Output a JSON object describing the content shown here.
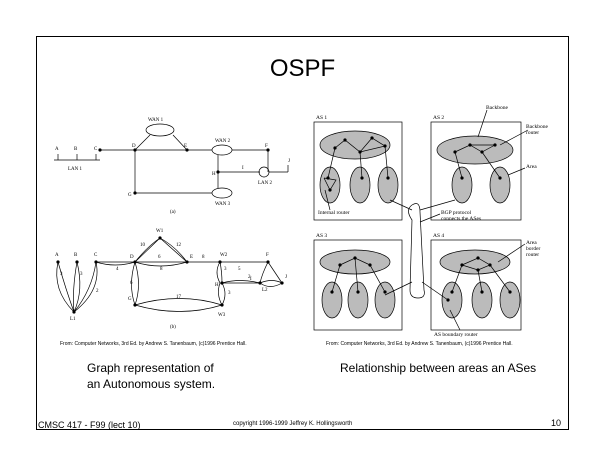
{
  "slide": {
    "title": "OSPF",
    "left_caption": [
      "Graph representation of",
      "an Autonomous system."
    ],
    "right_caption": "Relationship between areas an ASes",
    "left_credit": "From: Computer Networks, 3rd Ed. by Andrew S. Tanenbaum, (c)1996 Prentice Hall.",
    "right_credit": "From: Computer Networks, 3rd Ed. by Andrew S. Tanenbaum, (c)1996 Prentice Hall.",
    "footer_left": "CMSC 417 - F99  (lect 10)",
    "footer_center": "copyright 1996-1999 Jeffrey K. Hollingsworth",
    "footer_right": "10"
  },
  "left_diagram": {
    "panel_a": {
      "nodes": [
        "A",
        "B",
        "C",
        "D",
        "E",
        "F",
        "G",
        "H",
        "I",
        "J"
      ],
      "wan1": "WAN 1",
      "wan2": "WAN 2",
      "wan3": "WAN 3",
      "lan1": "LAN 1",
      "lan2": "LAN 2",
      "caption": "(a)"
    },
    "panel_b": {
      "nodes": [
        "A",
        "B",
        "C",
        "D",
        "E",
        "F",
        "G",
        "H",
        "I",
        "J",
        "L1",
        "L2",
        "W1",
        "W2",
        "W3"
      ],
      "weights": [
        "10",
        "12",
        "6",
        "8",
        "8",
        "4",
        "3",
        "3",
        "2",
        "3",
        "5",
        "2",
        "17",
        "3",
        "6"
      ],
      "caption": "(b)"
    }
  },
  "right_diagram": {
    "labels": {
      "backbone": "Backbone",
      "backbone_router": [
        "Backbone",
        "router"
      ],
      "area": "Area",
      "area_border_router": [
        "Area",
        "border",
        "router"
      ],
      "internal_router": "Internal router",
      "bgp": [
        "BGP protocol",
        "connects the ASes"
      ],
      "as_boundary": "AS boundary router",
      "as1": "AS 1",
      "as2": "AS 2",
      "as3": "AS 3",
      "as4": "AS 4"
    }
  }
}
